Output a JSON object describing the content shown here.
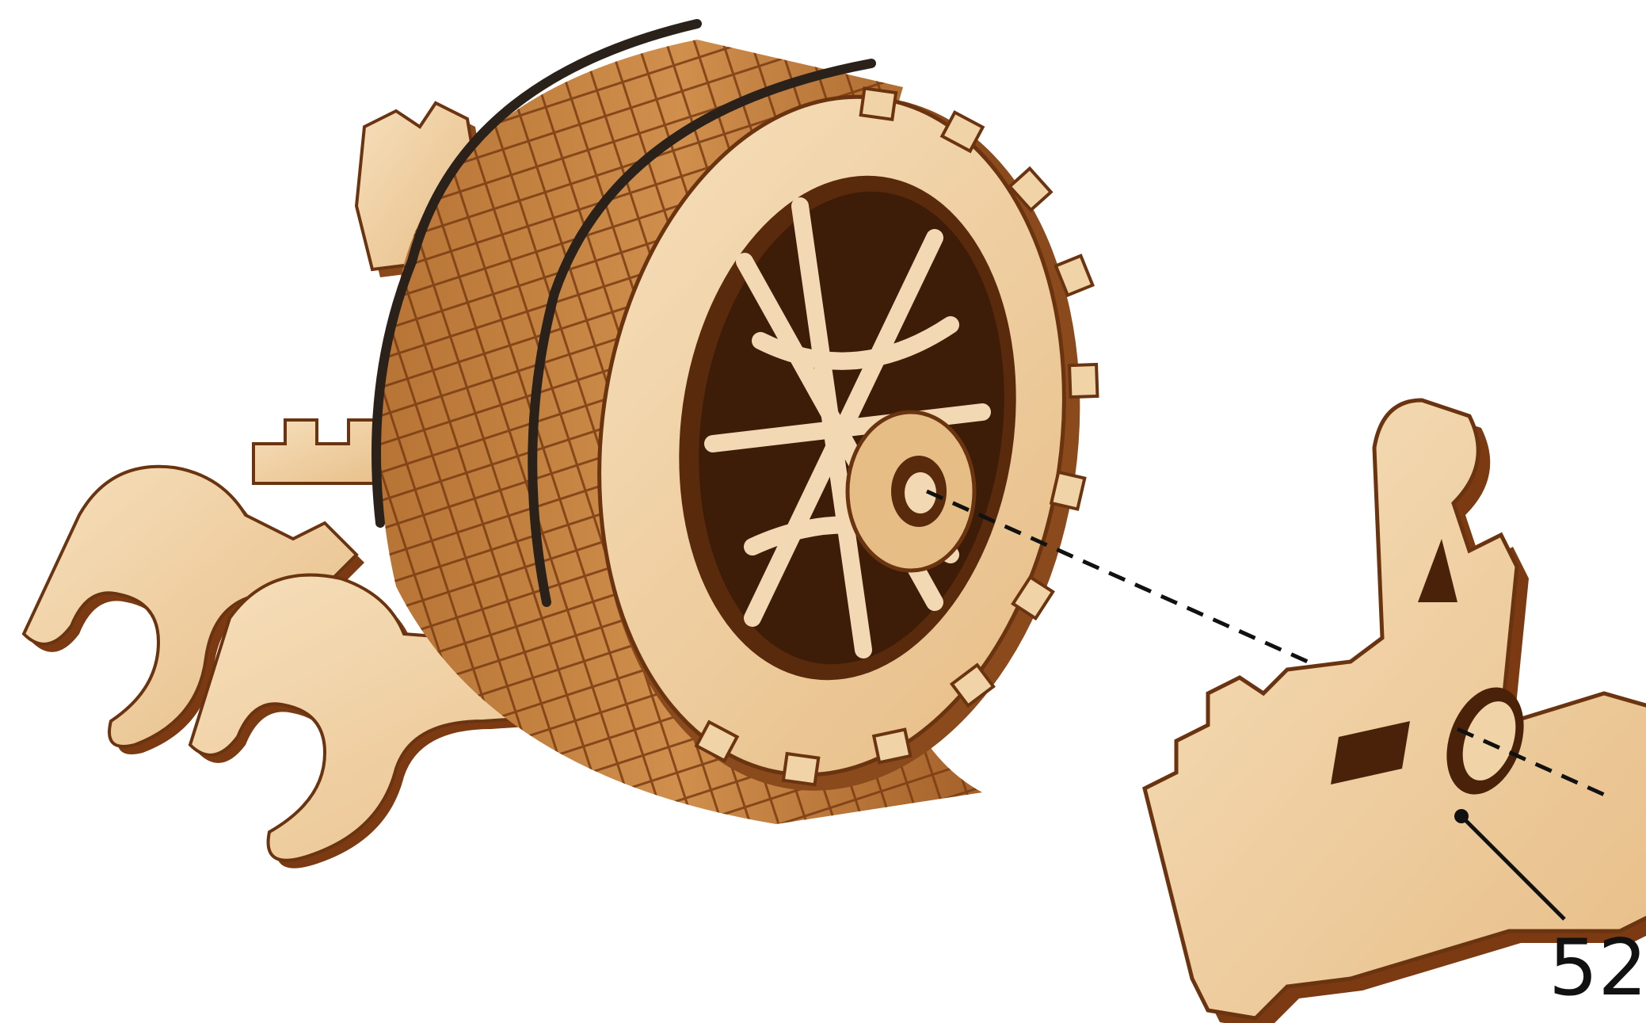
{
  "diagram": {
    "callout": {
      "part_number": "52"
    },
    "colors": {
      "wood_light": "#f2d6ad",
      "wood_mid": "#d9a66c",
      "wood_dark": "#8a4a1c",
      "wood_edge": "#6b3410",
      "rubber_band": "#2a211b",
      "leader_line": "#111111",
      "background": "#ffffff"
    },
    "parts": [
      {
        "role": "assembled-drum-mechanism",
        "icon": "gear-drum-icon"
      },
      {
        "role": "bracket-part",
        "icon": "wooden-bracket-icon"
      }
    ]
  }
}
